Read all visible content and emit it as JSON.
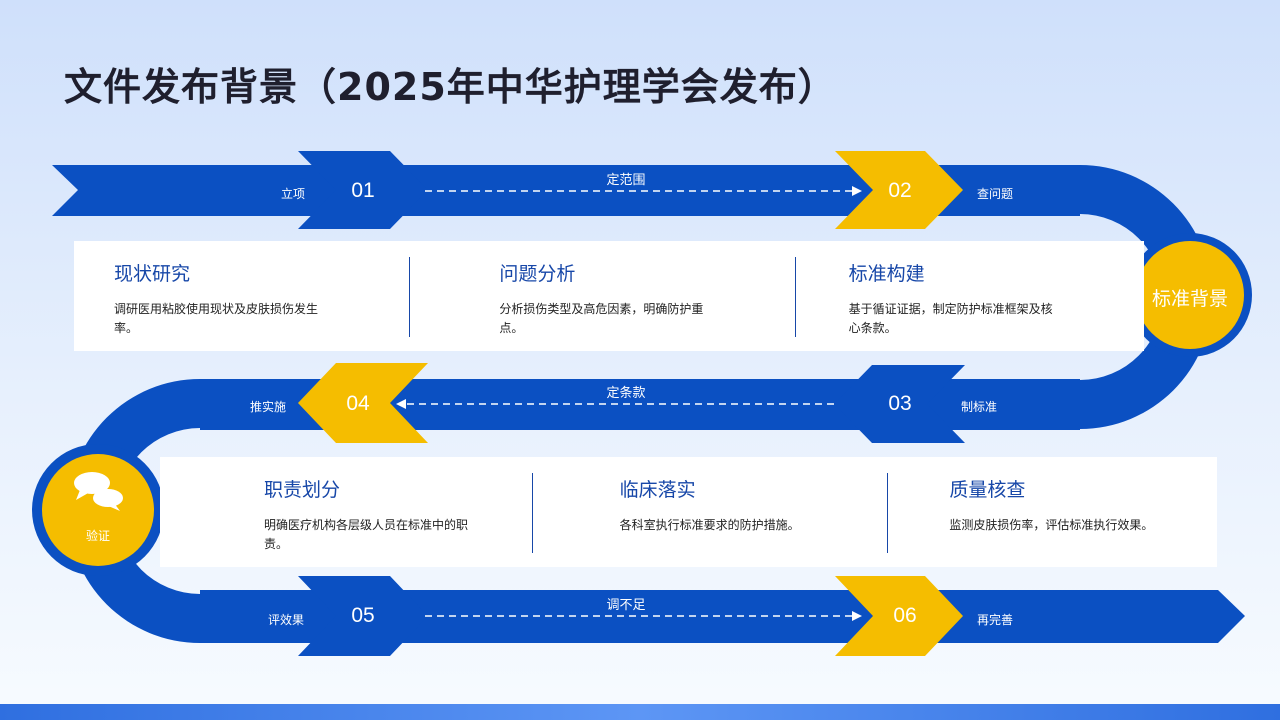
{
  "title": "文件发布背景（2025年中华护理学会发布）",
  "colors": {
    "blue": "#0b50c2",
    "yellow": "#f5bd00",
    "card": "#ffffff",
    "text": "#1747a8"
  },
  "center_node": {
    "label": "标准背景"
  },
  "side_node": {
    "label": "验证",
    "icon": "chat-bubbles-icon"
  },
  "steps": [
    {
      "num": "01",
      "label": "立项"
    },
    {
      "num": "02",
      "label": "查问题"
    },
    {
      "num": "03",
      "label": "制标准"
    },
    {
      "num": "04",
      "label": "推实施"
    },
    {
      "num": "05",
      "label": "评效果"
    },
    {
      "num": "06",
      "label": "再完善"
    }
  ],
  "connectors": [
    "定范围",
    "定条款",
    "调不足"
  ],
  "cards_top": [
    {
      "title": "现状研究",
      "desc": "调研医用粘胶使用现状及皮肤损伤发生率。"
    },
    {
      "title": "问题分析",
      "desc": "分析损伤类型及高危因素，明确防护重点。"
    },
    {
      "title": "标准构建",
      "desc": "基于循证证据，制定防护标准框架及核心条款。"
    }
  ],
  "cards_bottom": [
    {
      "title": "职责划分",
      "desc": "明确医疗机构各层级人员在标准中的职责。"
    },
    {
      "title": "临床落实",
      "desc": "各科室执行标准要求的防护措施。"
    },
    {
      "title": "质量核查",
      "desc": "监测皮肤损伤率，评估标准执行效果。"
    }
  ]
}
